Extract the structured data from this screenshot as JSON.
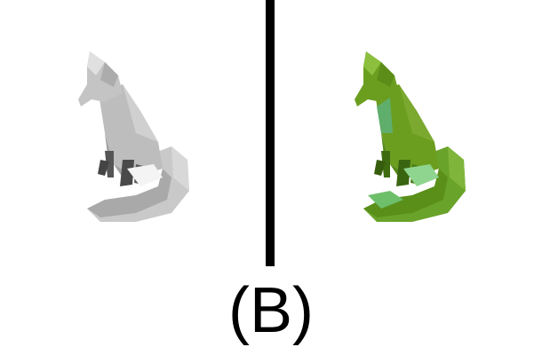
{
  "caption": "(B)",
  "colors": {
    "divider": "#000000",
    "fox_gray": "#b9b9b9",
    "fox_green": "#6b9e1f"
  },
  "figures": [
    {
      "name": "gray-lowpoly-fox",
      "color": "gray"
    },
    {
      "name": "green-lowpoly-fox",
      "color": "green"
    }
  ]
}
